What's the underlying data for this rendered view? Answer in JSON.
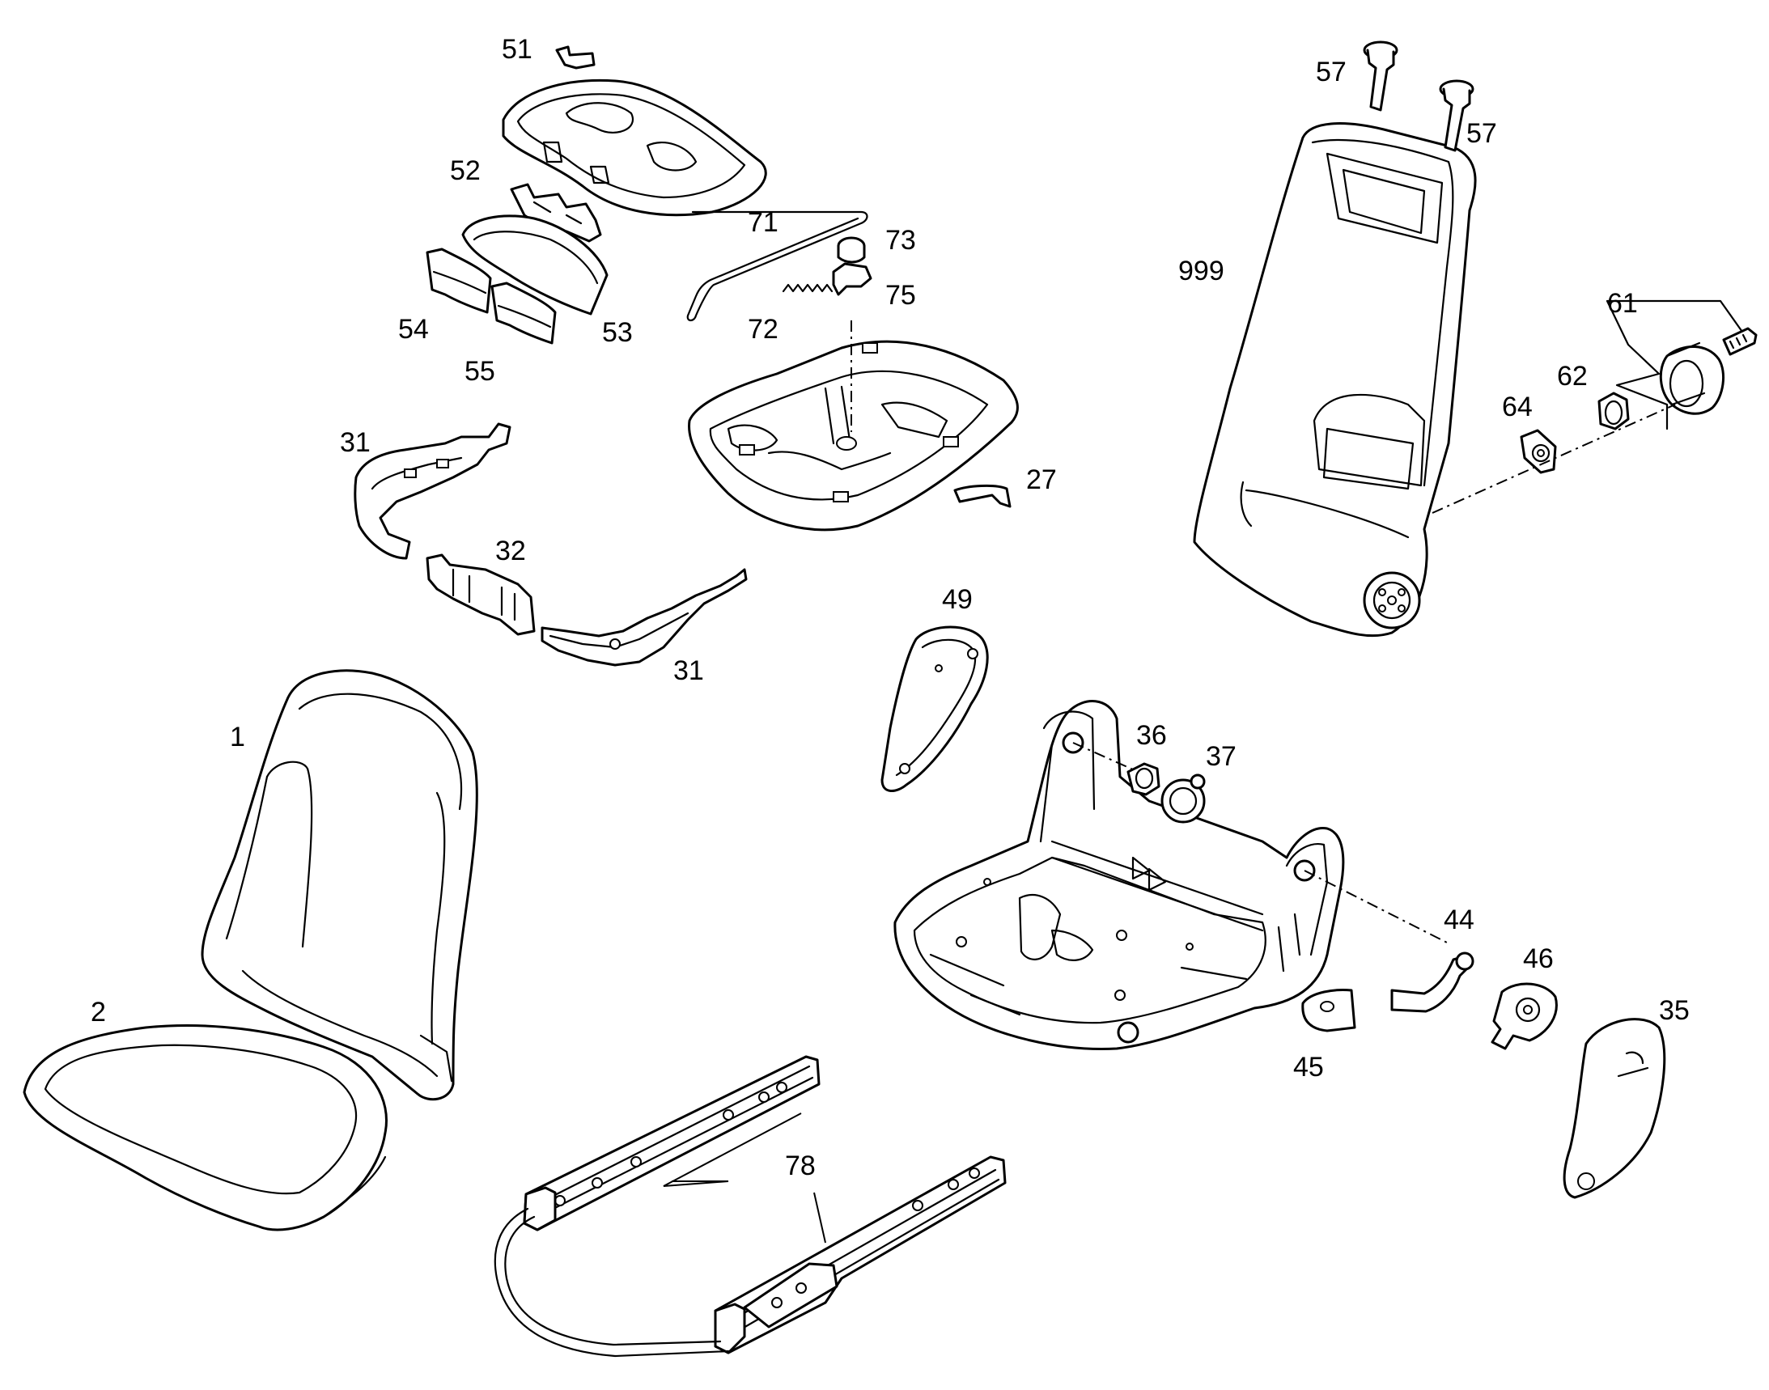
{
  "callouts": {
    "c51": "51",
    "c52": "52",
    "c53": "53",
    "c54": "54",
    "c55": "55",
    "c71": "71",
    "c72": "72",
    "c73": "73",
    "c75": "75",
    "c31a": "31",
    "c31b": "31",
    "c32": "32",
    "c27": "27",
    "c57a": "57",
    "c57b": "57",
    "c999": "999",
    "c61": "61",
    "c62": "62",
    "c64": "64",
    "c49": "49",
    "c36": "36",
    "c37": "37",
    "c44": "44",
    "c45": "45",
    "c46": "46",
    "c35": "35",
    "c1": "1",
    "c2": "2",
    "c78": "78"
  }
}
